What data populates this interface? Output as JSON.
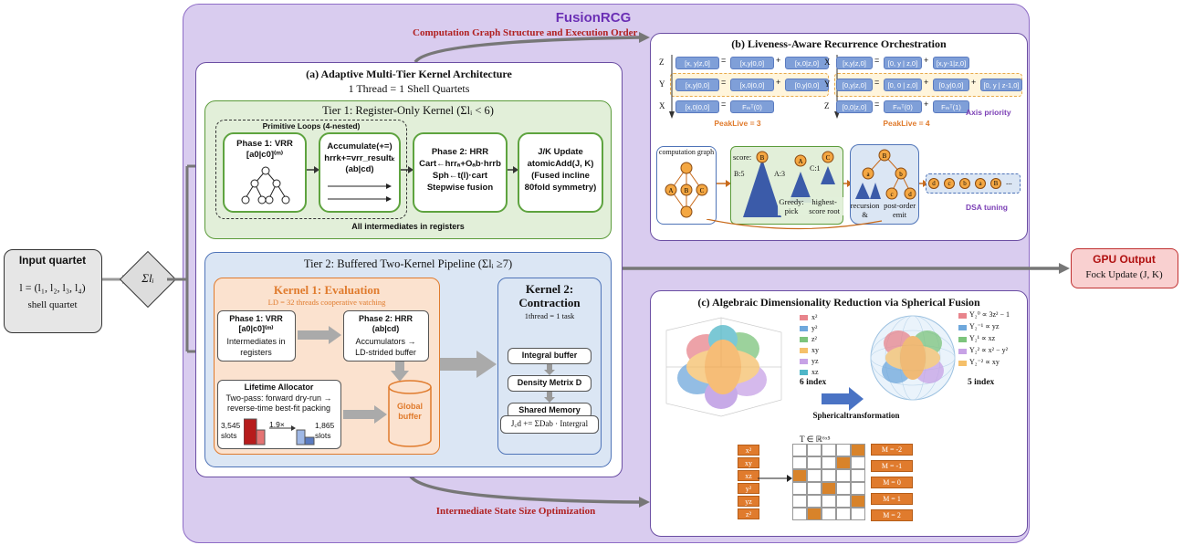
{
  "title": "FusionRCG",
  "input": {
    "title": "Input quartet",
    "formula": "l = (l₁, l₂, l₃, l₄)",
    "sub": "shell quartet"
  },
  "diamond": "Σlᵢ",
  "output": {
    "title": "GPU Output",
    "sub": "Fock Update (J, K)"
  },
  "arrows": {
    "top": "Computation Graph Structure and Execution Order",
    "bottom": "Intermediate State Size Optimization"
  },
  "panel_a": {
    "title": "(a) Adaptive Multi-Tier Kernel Architecture",
    "subtitle": "1 Thread = 1 Shell Quartets",
    "tier1": {
      "title": "Tier 1: Register-Only Kernel (Σlᵢ < 6)",
      "loops": "Primitive Loops (4-nested)",
      "phase1": [
        "Phase 1: VRR",
        "[a0|c0]⁽ᵐ⁾"
      ],
      "accum": [
        "Accumulate(+=)",
        "hrrk+=vrr_resultₖ",
        "(ab|cd)"
      ],
      "phase2": [
        "Phase 2: HRR",
        "Cart←hrrₐ+Oₐb·hrrb",
        "Sph←t(l)·cart",
        "Stepwise fusion"
      ],
      "jk": [
        "J/K Update",
        "atomicAdd(J, K)",
        "(Fused incline",
        "80fold symmetry)"
      ],
      "footer": "All intermediates in registers"
    },
    "tier2": {
      "title": "Tier 2: Buffered Two-Kernel Pipeline (Σlᵢ ≥7)",
      "k1_title": "Kernel 1: Evaluation",
      "k1_sub": "LD = 32 threads cooperative vatching",
      "vrr": [
        "Phase 1: VRR",
        "[a0|c0]⁽ᵐ⁾",
        "Intermediates in",
        "registers"
      ],
      "hrr": [
        "Phase 2: HRR",
        "(ab|cd)",
        "Accumulators →",
        "LD-strided buffer"
      ],
      "lifetime": {
        "title": "Lifetime Allocator",
        "l1": "Two-pass:   forward dry-run →",
        "l2": "reverse-time best-fit packing",
        "left_val": "3,545",
        "left_unit": "slots",
        "ratio": "1.9×",
        "right_val": "1,865",
        "right_unit": "slots"
      },
      "global": "Global buffer",
      "k2_title": "Kernel 2: Contraction",
      "k2_sub": "1thread = 1 task",
      "k2_items": [
        "Integral buffer",
        "Density Metrix D",
        "Shared Memory"
      ],
      "k2_formula": "J꜀d += ΣDab · Intergral"
    }
  },
  "panel_b": {
    "title": "(b) Liveness-Aware Recurrence Orchestration",
    "left_axes": [
      "Z",
      "Y",
      "X"
    ],
    "right_axes": [
      "X",
      "Y",
      "Z"
    ],
    "left_rows": [
      [
        "[x, y|z,0]",
        "[x,y|0,0]",
        "[x,0|z,0]"
      ],
      [
        "[x,y|0,0]",
        "[x,0|0,0]",
        "[0,y|0,0]"
      ],
      [
        "[x,0|0,0]",
        "Fₘᵀ(0)"
      ]
    ],
    "right_rows": [
      [
        "[x,y|z,0]",
        "[0, y | z,0]",
        "[x,y-1|z,0]"
      ],
      [
        "[0,y|z,0]",
        "[0, 0 | z,0]",
        "[0,y|0,0]",
        "[0, y | z-1,0]"
      ],
      [
        "[0,0|z,0]",
        "Fₘᵀ(0)",
        "Fₘᵀ(1)"
      ]
    ],
    "peak_left": "PeakLive = 3",
    "peak_right": "PeakLive = 4",
    "axis_priority": "Axis priority",
    "comp_graph": "computation graph",
    "score": "score:",
    "scores": [
      "B:5",
      "A:3",
      "C:1"
    ],
    "greedy": [
      "Greedy: pick",
      "highest-score root"
    ],
    "recursion": [
      "recursion &",
      "post-order emit"
    ],
    "seq": [
      "d",
      "c",
      "b",
      "a",
      "B",
      "..."
    ],
    "dsa": "DSA tuning"
  },
  "panel_c": {
    "title": "(c) Algebraic Dimensionality Reduction via Spherical Fusion",
    "legend_left": [
      "x²",
      "y²",
      "z²",
      "xy",
      "yz",
      "xz"
    ],
    "legend_left_colors": [
      "#e8848c",
      "#6fa8dc",
      "#7cc47c",
      "#f5c06a",
      "#c7a2e6",
      "#4fb6c8"
    ],
    "legend_right": [
      "Y₂⁰ ∝ 3z² − 1",
      "Y₂⁻¹ ∝ yz",
      "Y₂¹ ∝ xz",
      "Y₂² ∝ x² − y²",
      "Y₂⁻² ∝ xy"
    ],
    "legend_right_colors": [
      "#e8848c",
      "#6fa8dc",
      "#7cc47c",
      "#c7a2e6",
      "#f5c06a"
    ],
    "index6": "6 index",
    "index5": "5 index",
    "transform": [
      "Spherical",
      "transformation"
    ],
    "matrix": "T ∈ ℝ⁶ˣ⁵",
    "rows": [
      "x²",
      "xy",
      "xz",
      "y²",
      "yz",
      "z²"
    ],
    "cols": [
      "M = -2",
      "M = -1",
      "M = 0",
      "M = 1",
      "M = 2"
    ]
  }
}
